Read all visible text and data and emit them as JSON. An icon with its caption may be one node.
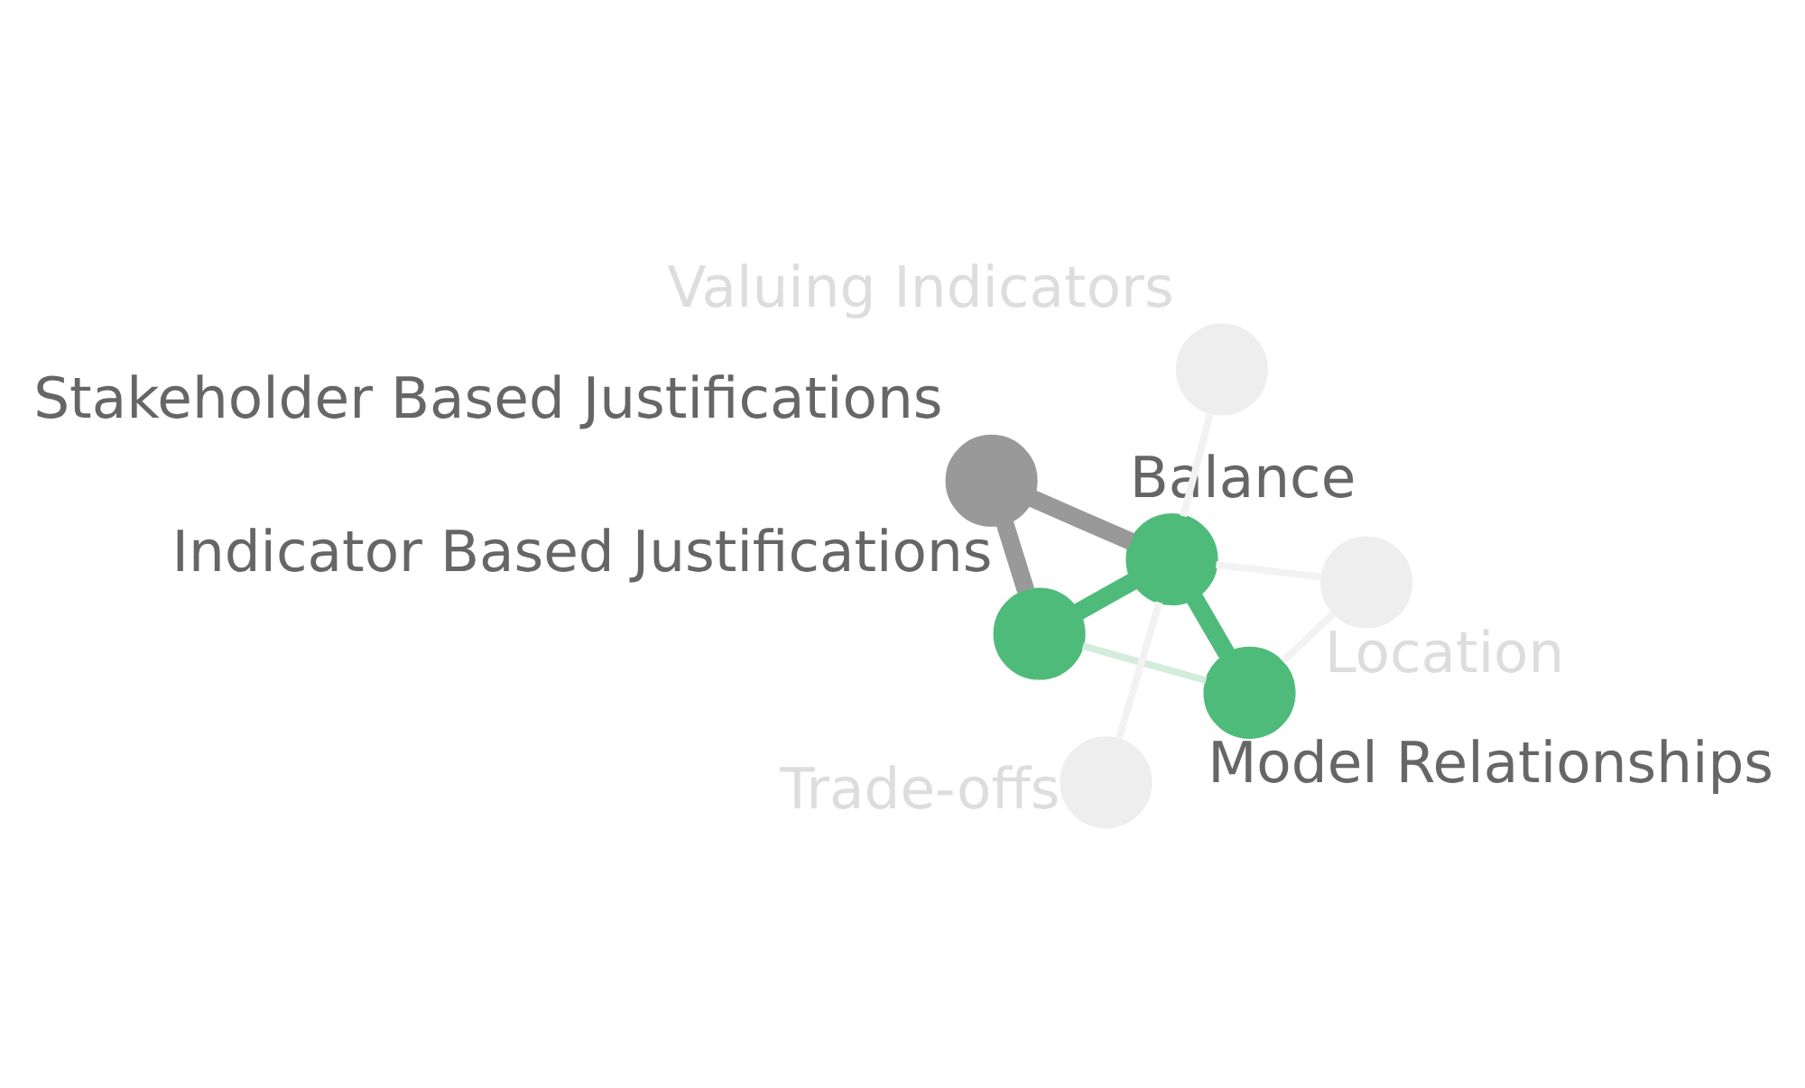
{
  "diagram": {
    "nodes": [
      {
        "text": [],
        "shape": "circle",
        "beside": [
          "Indicator Based Justifications"
        ]
      },
      {
        "text": [],
        "shape": "circle",
        "beside": [
          "Model Relationships"
        ]
      },
      {
        "text": [],
        "shape": "circle",
        "beside": [
          "Balance"
        ]
      },
      {
        "text": [],
        "shape": "circle",
        "beside": [
          "Stakeholder Based Justifications"
        ]
      },
      {
        "text": [],
        "shape": "circle",
        "beside": [
          "Location"
        ]
      },
      {
        "text": [],
        "shape": "circle",
        "beside": [
          "Valuing Indicators"
        ]
      },
      {
        "text": [],
        "shape": "circle",
        "beside": [
          "Trade-offs"
        ]
      }
    ],
    "edges": [
      {
        "from": 0,
        "to": 1,
        "arrow": "none",
        "color": "#d3ecdc"
      },
      {
        "from": 0,
        "to": 2,
        "arrow": "none",
        "style": "thick",
        "color": "#4fbb7a"
      },
      {
        "from": 1,
        "to": 2,
        "arrow": "none",
        "style": "thick",
        "color": "#4fbb7a"
      },
      {
        "from": 0,
        "to": 3,
        "arrow": "none",
        "style": "thick",
        "color": "#999999"
      },
      {
        "from": 3,
        "to": 2,
        "arrow": "none",
        "style": "thick",
        "color": "#999999"
      },
      {
        "from": 1,
        "to": 4,
        "arrow": "none",
        "color": "#f2f2f2"
      },
      {
        "from": 2,
        "to": 4,
        "arrow": "none",
        "color": "#f2f2f2"
      },
      {
        "from": 2,
        "to": 5,
        "arrow": "none",
        "color": "#f2f2f2"
      },
      {
        "from": 2,
        "to": 6,
        "arrow": "none",
        "color": "#f2f2f2"
      }
    ]
  }
}
